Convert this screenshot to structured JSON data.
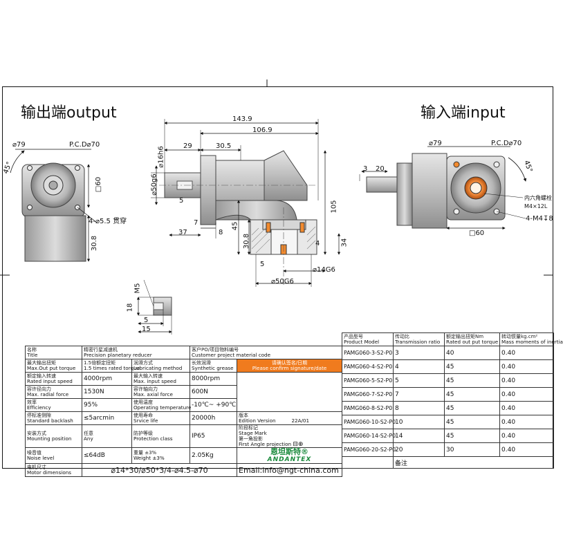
{
  "views": {
    "output_title": "输出端output",
    "input_title": "输入端input"
  },
  "output_view": {
    "dia_outer": "⌀79",
    "pcd": "P.C.D⌀70",
    "angle": "45°",
    "square": "□60",
    "holes": "4-⌀5.5 贯穿",
    "height": "30.8"
  },
  "side_view": {
    "overall_len": "143.9",
    "len2": "106.9",
    "len_29": "29",
    "len_305": "30.5",
    "shaft_dia": "⌀16h6",
    "body_dia": "⌀50g6",
    "key_5": "5",
    "d7": "7",
    "d37": "37",
    "d8": "8",
    "d45": "45",
    "d308": "30.8",
    "d105": "105",
    "d4": "4",
    "d34": "34",
    "d5b": "5",
    "bore14": "⌀14G6",
    "bore50": "⌀50G6"
  },
  "key_detail": {
    "m5": "M5",
    "d18": "18",
    "d5": "5",
    "d15": "15"
  },
  "input_view": {
    "dia_outer": "⌀79",
    "pcd": "P.C.D⌀70",
    "angle": "45°",
    "d3": "3",
    "d20": "20",
    "hex": "内六角螺栓",
    "m4": "M4×12L",
    "holes": "4-M4↧8",
    "square": "□60"
  },
  "spec_table": {
    "rows": [
      {
        "c1_cn": "名称",
        "c1_en": "Title",
        "c2": "精密行星减速机",
        "c2b": "Precision planetary reducer",
        "c3_cn": "",
        "c3_en": "",
        "c4": ""
      },
      {
        "c1_cn": "最大输出扭矩",
        "c1_en": "Max.Out put torque",
        "c2": "1.5倍额定扭矩",
        "c2b": "1.5 times rated torque",
        "c3_cn": "润滑方式",
        "c3_en": "Lubricating method",
        "c4": "长效润滑",
        "c4b": "Synthetic grease"
      },
      {
        "c1_cn": "额定输入转速",
        "c1_en": "Rated input speed",
        "c2": "4000rpm",
        "c2b": "",
        "c3_cn": "最大输入转速",
        "c3_en": "Max. input speed",
        "c4": "8000rpm",
        "c4b": ""
      },
      {
        "c1_cn": "容许径向力",
        "c1_en": "Max. radial force",
        "c2": "1530N",
        "c2b": "",
        "c3_cn": "容许轴向力",
        "c3_en": "Max. axial force",
        "c4": "600N",
        "c4b": ""
      },
      {
        "c1_cn": "效率",
        "c1_en": "Efficiency",
        "c2": "95%",
        "c2b": "",
        "c3_cn": "使用温度",
        "c3_en": "Operating temperature",
        "c4": "-10℃~ +90℃",
        "c4b": ""
      },
      {
        "c1_cn": "停标准侧隙",
        "c1_en": "Standard backlash",
        "c2": "≤5arcmin",
        "c2b": "",
        "c3_cn": "使用寿命",
        "c3_en": "Srvice life",
        "c4": "20000h",
        "c4b": ""
      },
      {
        "c1_cn": "安装方式",
        "c1_en": "Mounting position",
        "c2": "任意",
        "c2b": "Any",
        "c3_cn": "防护等级",
        "c3_en": "Protection class",
        "c4": "IP65",
        "c4b": ""
      },
      {
        "c1_cn": "噪音值",
        "c1_en": "Noise level",
        "c2": "≤64dB",
        "c2b": "",
        "c3_cn": "重量 ±3%",
        "c3_en": "Weight ±3%",
        "c4": "2.05Kg",
        "c4b": ""
      }
    ],
    "motor_cn": "电机尺寸",
    "motor_en": "Motor dimensions",
    "motor_val": "⌀14*30/⌀50*3/4-⌀4.5-⌀70",
    "customer_cn": "客户PO/项目物料编号",
    "customer_en": "Customer project material code",
    "confirm_cn": "请确认签名/日期",
    "confirm_en": "Please confirm signature/date",
    "edition_cn": "版本",
    "edition_en": "Edition Version",
    "edition_val": "22A/01",
    "stage_cn": "阶段标记",
    "stage_en": "Stage Mark",
    "proj_cn": "第一角投影",
    "proj_en": "First Angle projection",
    "logo_cn": "恩坦斯特®",
    "logo_en": "ANDANTEX",
    "email": "Email:info@ngt-china.com"
  },
  "model_table": {
    "h_model_cn": "产品型号",
    "h_model_en": "Product Model",
    "h_ratio_cn": "传动比",
    "h_ratio_en": "Transmission ratio",
    "h_torque_cn": "额定输出扭矩Nm",
    "h_torque_en": "Rated out put torque",
    "h_inertia_cn": "转动惯量kg.cm²",
    "h_inertia_en": "Mass moments of inertia",
    "rows": [
      {
        "model": "PAMG060-3-S2-P0",
        "ratio": "3",
        "torque": "40",
        "inertia": "0.40"
      },
      {
        "model": "PAMG060-4-S2-P0",
        "ratio": "4",
        "torque": "45",
        "inertia": "0.40"
      },
      {
        "model": "PAMG060-5-S2-P0",
        "ratio": "5",
        "torque": "45",
        "inertia": "0.40"
      },
      {
        "model": "PAMG060-7-S2-P0",
        "ratio": "7",
        "torque": "45",
        "inertia": "0.40"
      },
      {
        "model": "PAMG060-8-S2-P0",
        "ratio": "8",
        "torque": "45",
        "inertia": "0.40"
      },
      {
        "model": "PAMG060-10-S2-P0",
        "ratio": "10",
        "torque": "45",
        "inertia": "0.40"
      },
      {
        "model": "PAMG060-14-S2-P0",
        "ratio": "14",
        "torque": "45",
        "inertia": "0.40"
      },
      {
        "model": "PAMG060-20-S2-P0",
        "ratio": "20",
        "torque": "30",
        "inertia": "0.40"
      }
    ],
    "remark": "备注"
  }
}
